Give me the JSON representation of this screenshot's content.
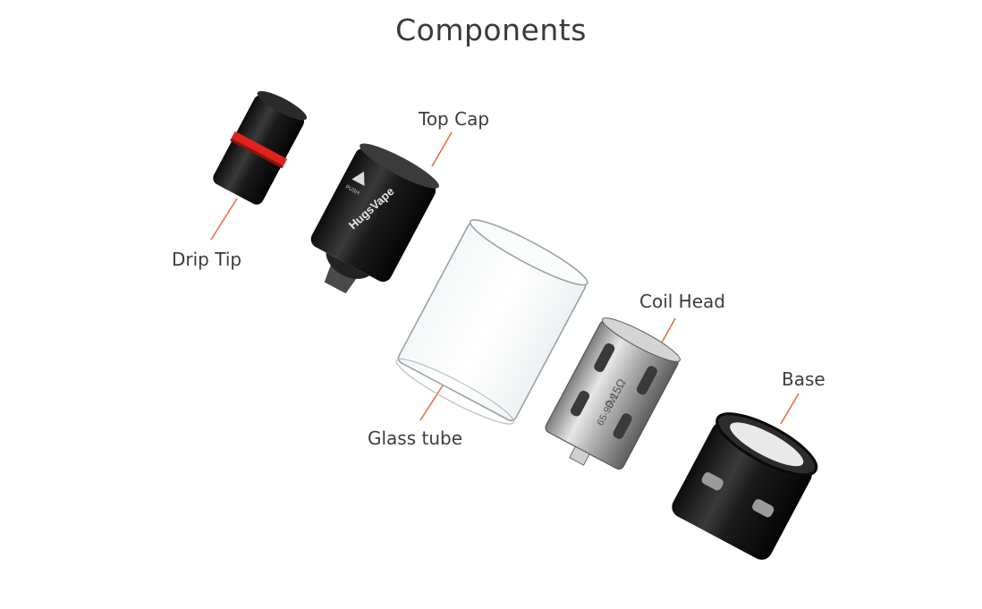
{
  "title": "Components",
  "labels": {
    "drip_tip": "Drip Tip",
    "top_cap": "Top Cap",
    "coil_head": "Coil Head",
    "glass_tube": "Glass tube",
    "base": "Base"
  },
  "product": {
    "brand": "HugsVape",
    "top_cap_marking": "PUSH",
    "coil_marking_1": "0.15Ω",
    "coil_marking_2": "65-95W"
  },
  "colors": {
    "leader_line": "#e8683b",
    "accent_ring": "#e0231c",
    "metal_dark": "#1a1a1a",
    "steel": "#b8b8b8"
  }
}
